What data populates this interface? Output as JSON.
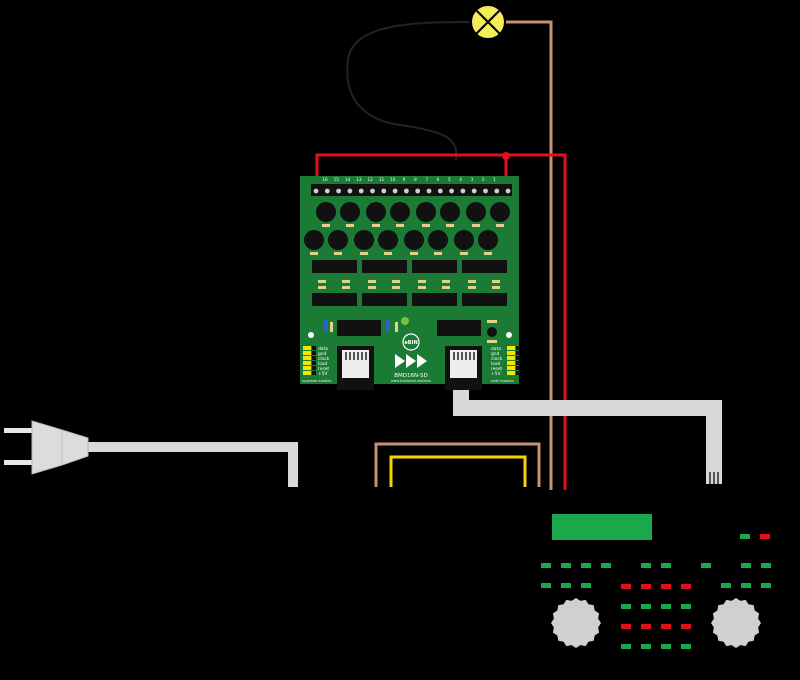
{
  "board": {
    "model": "BMD16N-SD",
    "maker": "eBIN",
    "tagline": "www.fconbeed.net/ebm",
    "left_port": {
      "pins": [
        "data",
        "gnd",
        "clock",
        "load",
        "reset",
        "+5V"
      ],
      "caption": "upgrade module"
    },
    "right_port": {
      "pins": [
        "data",
        "gnd",
        "clock",
        "load",
        "reset",
        "+5V"
      ],
      "caption": "next module"
    },
    "channel_numbers": [
      "16",
      "15",
      "14",
      "13",
      "12",
      "11",
      "10",
      "9",
      "8",
      "7",
      "6",
      "5",
      "4",
      "3",
      "2",
      "1"
    ]
  },
  "colors": {
    "background": "#000000",
    "pcb": "#1b7a34",
    "wire_red": "#e0101c",
    "wire_brown": "#c8906c",
    "wire_yellow": "#f5d400",
    "cable_gray": "#d8d8d8",
    "lamp": "#f5ec5a",
    "display_green": "#1aa84a",
    "led_green": "#1aa84a",
    "led_red": "#e0101c",
    "knob": "#d0d0d0"
  },
  "icons": {
    "lamp": "lamp-icon",
    "plug": "power-plug-icon",
    "arrows": "triple-arrow-logo"
  }
}
